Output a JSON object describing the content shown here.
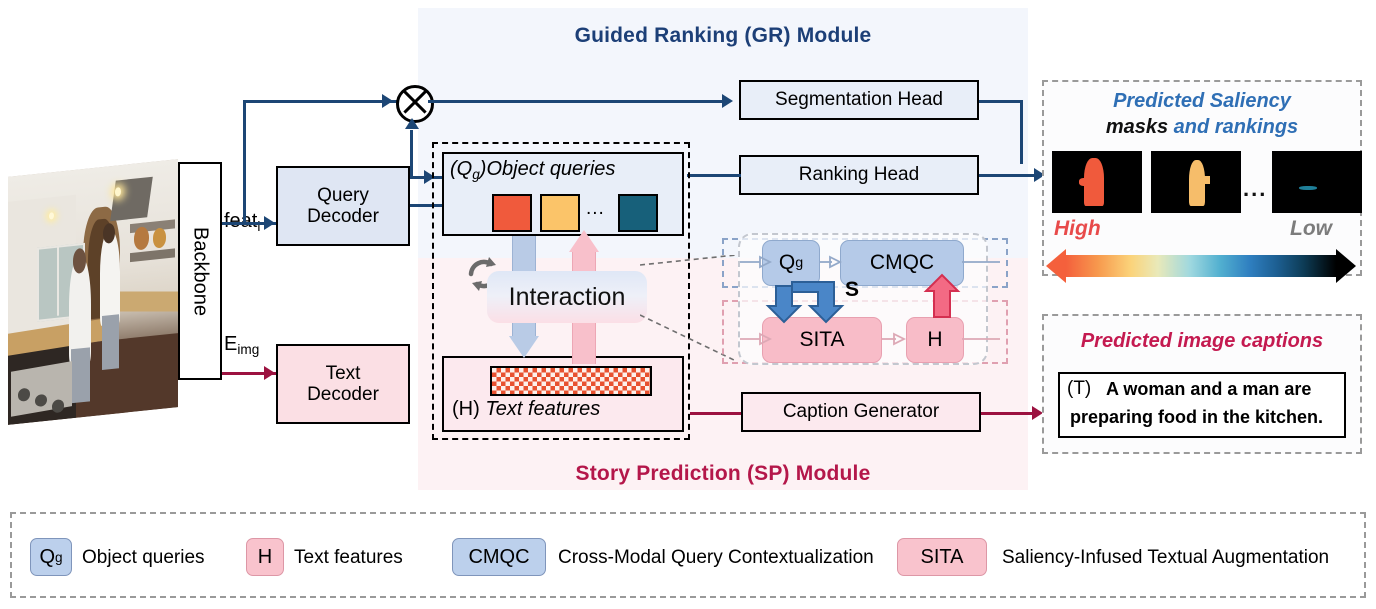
{
  "modules": {
    "gr_title": "Guided Ranking (GR) Module",
    "sp_title": "Story Prediction (SP) Module"
  },
  "pipeline": {
    "backbone": "Backbone",
    "query_decoder": "Query\nDecoder",
    "query_decoder_l1": "Query",
    "query_decoder_l2": "Decoder",
    "text_decoder_l1": "Text",
    "text_decoder_l2": "Decoder",
    "feat_label": "feat",
    "feat_sub": "i",
    "eimg_label": "E",
    "eimg_sub": "img",
    "multiply_symbol": "⊗",
    "segmentation_head": "Segmentation Head",
    "ranking_head": "Ranking Head",
    "caption_generator": "Caption Generator",
    "interaction": "Interaction"
  },
  "object_queries": {
    "prefix": "(Q",
    "prefix_sub": "g",
    "prefix_close": ")",
    "label": "Object queries",
    "ellipsis": "...",
    "swatch_colors": [
      "#f05a3c",
      "#fbc469",
      "#17607a"
    ]
  },
  "text_features": {
    "prefix": "(H)",
    "label": "Text features"
  },
  "submodule": {
    "qg_label": "Q",
    "qg_sub": "g",
    "cmqc_label": "CMQC",
    "sita_label": "SITA",
    "h_label": "H",
    "s_label": "S"
  },
  "outputs": {
    "saliency_title_line1": "Predicted Saliency",
    "saliency_title_line2_a": "masks",
    "saliency_title_line2_b": " and rankings",
    "masks_ellipsis": "...",
    "scale_high": "High",
    "scale_low": "Low",
    "mask_colors": [
      "#f05a3c",
      "#f6bd6a",
      "#1f7f99"
    ],
    "caption_title": "Predicted image captions",
    "caption_prefix": "(T)",
    "caption_line1": "A woman and a man are",
    "caption_line2": "preparing food in the kitchen."
  },
  "legend": {
    "items": [
      {
        "chip": "Q",
        "chip_sub": "g",
        "text": "Object queries",
        "style": "blue"
      },
      {
        "chip": "H",
        "chip_sub": "",
        "text": "Text features",
        "style": "pink"
      },
      {
        "chip": "CMQC",
        "chip_sub": "",
        "text": "Cross-Modal Query Contextualization",
        "style": "blue"
      },
      {
        "chip": "SITA",
        "chip_sub": "",
        "text": "Saliency-Infused Textual Augmentation",
        "style": "pink"
      }
    ]
  },
  "colors": {
    "gr_blue": "#1c3f77",
    "sp_red": "#b4174a",
    "arrow_blue": "#1c4675",
    "arrow_red": "#9c1240",
    "panel_gr_bg": "#f3f6fc",
    "panel_sp_bg": "#fdf2f4"
  }
}
